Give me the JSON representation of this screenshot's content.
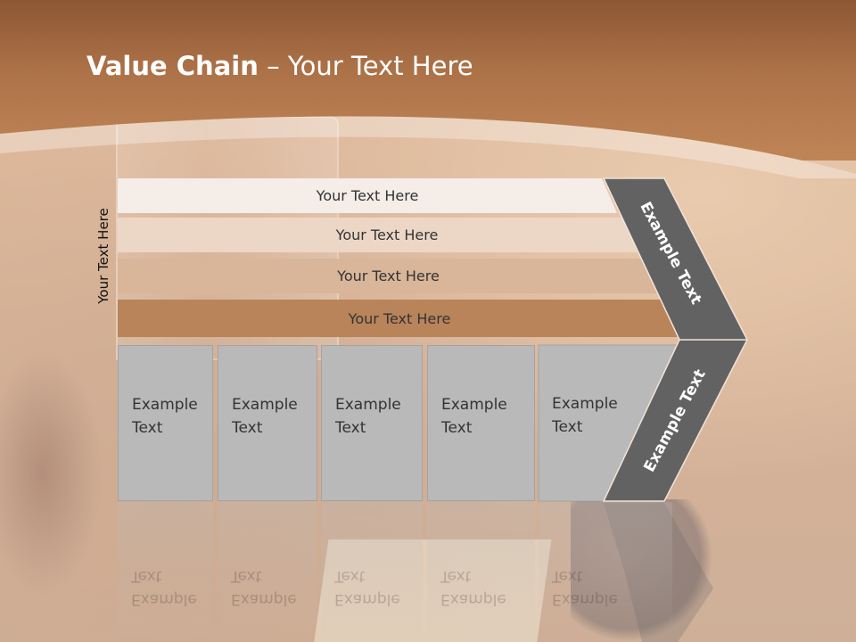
{
  "slide": {
    "title_bold": "Value Chain",
    "title_rest": " – Your Text Here",
    "side_label": "Your Text Here"
  },
  "bars": [
    {
      "label": "Your Text Here"
    },
    {
      "label": "Your Text Here"
    },
    {
      "label": "Your Text Here"
    },
    {
      "label": "Your Text Here"
    }
  ],
  "boxes": [
    {
      "line1": "Example",
      "line2": "Text"
    },
    {
      "line1": "Example",
      "line2": "Text"
    },
    {
      "line1": "Example",
      "line2": "Text"
    },
    {
      "line1": "Example",
      "line2": "Text"
    },
    {
      "line1": "Example",
      "line2": "Text"
    }
  ],
  "chevron": {
    "upper_label": "Example Text",
    "lower_label": "Example Text"
  },
  "colors": {
    "header": "#a56a42",
    "bar_1": "#f4ede8",
    "bar_2": "#ecd7c7",
    "bar_3": "#d9b599",
    "bar_4": "#b9845a",
    "box": "#b9b9b9",
    "chevron": "#626262"
  }
}
